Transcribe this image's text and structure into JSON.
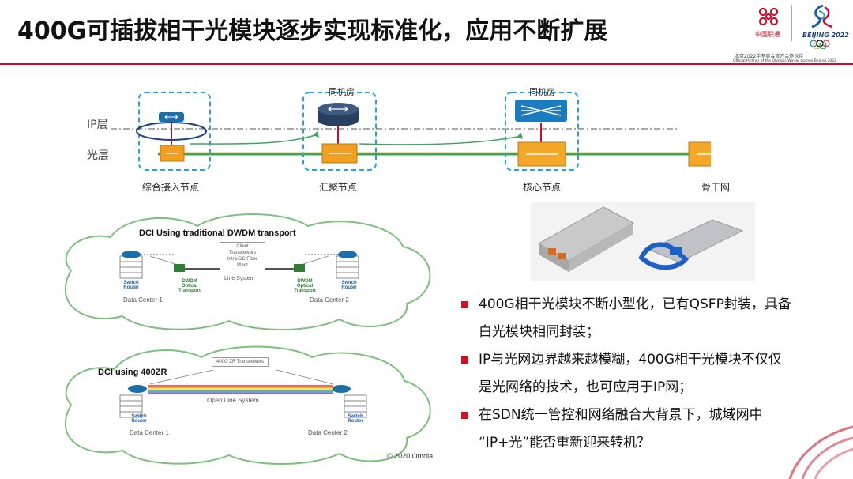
{
  "title": "400G可插拔相干光模块逐步实现标准化，应用不断扩展",
  "logo": {
    "unicom_text": "中国联通",
    "beijing_text": "BEIJING 2022",
    "partner_cn": "北京2022年冬奥会官方合作伙伴",
    "partner_en": "Official Partner of the Olympic Winter Games Beijing 2022"
  },
  "topology": {
    "ip_layer": "IP层",
    "optical_layer": "光层",
    "room_label_1": "同机房",
    "room_label_2": "同机房",
    "nodes": [
      "综合接入节点",
      "汇聚节点",
      "核心节点",
      "骨干网"
    ]
  },
  "dci_traditional": {
    "title": "DCI Using traditional DWDM transport",
    "client_label": "Client Transceivers",
    "intra_label": "Intra-DC Fiber Plant",
    "line_system": "Line System",
    "dwdm_left": "DWDM Optical Transport",
    "dwdm_right": "DWDM Optical Transport",
    "switch_left": "Switch Router",
    "switch_right": "Switch Router",
    "dc_left": "Data Center 1",
    "dc_right": "Data Center 2"
  },
  "dci_zr": {
    "title": "DCI using 400ZR",
    "zr_label": "400G ZR Transceivers",
    "line_system": "Open Line System",
    "switch_left": "Switch Router",
    "switch_right": "Switch Router",
    "dc_left": "Data Center 1",
    "dc_right": "Data Center 2"
  },
  "copyright": "© 2020 Omdia",
  "bullets": [
    {
      "line1": "400G相干光模块不断小型化，已有QSFP封装，具备",
      "line2": "白光模块相同封装；"
    },
    {
      "line1": "IP与光网边界越来越模糊，400G相干光模块不仅仅",
      "line2": "是光网络的技术，也可应用于IP网；"
    },
    {
      "line1": "在SDN统一管控和网络融合大背景下，城域网中",
      "line2": "“IP+光”能否重新迎来转机？"
    }
  ],
  "colors": {
    "accent_red": "#c8102e",
    "bullet_red": "#d40f1f",
    "router_blue": "#1a6fa8",
    "optic_orange": "#f0a020",
    "dash_blue": "#29a3dd",
    "fiber_green": "#3fa45a"
  }
}
